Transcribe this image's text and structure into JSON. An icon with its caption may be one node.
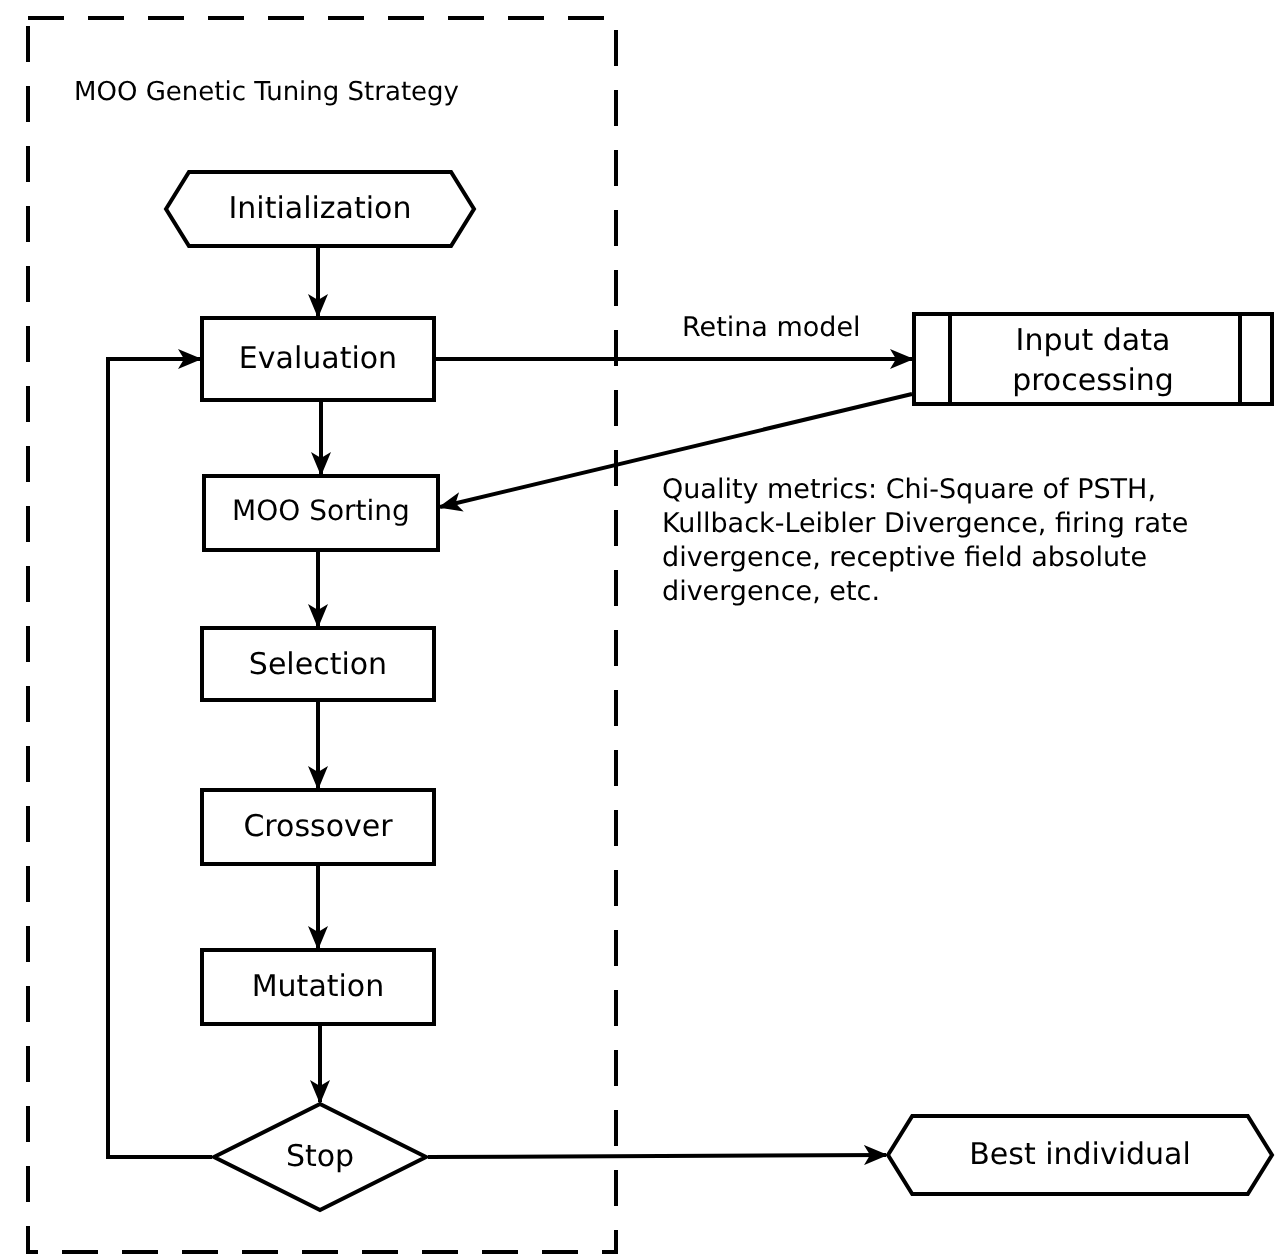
{
  "diagram": {
    "nodes": [
      {
        "text": [
          "MOO Genetic Tuning Strategy"
        ]
      },
      {
        "text": [
          "Initialization"
        ],
        "in": 0
      },
      {
        "text": [
          "Evaluation"
        ],
        "in": 0
      },
      {
        "text": [
          "MOO Sorting"
        ],
        "in": 0
      },
      {
        "text": [
          "Selection"
        ],
        "in": 0
      },
      {
        "text": [
          "Crossover"
        ],
        "in": 0
      },
      {
        "text": [
          "Mutation"
        ],
        "in": 0
      },
      {
        "text": [
          "Stop"
        ],
        "in": 0
      },
      {
        "text": [
          "Input data processing"
        ]
      },
      {
        "text": [
          "Best individual"
        ]
      }
    ],
    "edges": [
      {
        "from": 1,
        "to": 2,
        "arrow": "to"
      },
      {
        "from": 2,
        "to": 3,
        "arrow": "to"
      },
      {
        "from": 3,
        "to": 4,
        "arrow": "to"
      },
      {
        "from": 4,
        "to": 5,
        "arrow": "to"
      },
      {
        "from": 5,
        "to": 6,
        "arrow": "to"
      },
      {
        "from": 6,
        "to": 7,
        "arrow": "to"
      },
      {
        "from": 2,
        "to": 8,
        "arrow": "to",
        "label": "Retina model"
      },
      {
        "from": 8,
        "to": 3,
        "arrow": "to"
      },
      {
        "from": 7,
        "to": 2,
        "arrow": "to"
      },
      {
        "from": 7,
        "to": 9,
        "arrow": "to"
      }
    ],
    "labels": [
      "Quality metrics: Chi-Square of PSTH, Kullback-Leibler Divergence, firing rate divergence, receptive field absolute divergence, etc."
    ]
  }
}
